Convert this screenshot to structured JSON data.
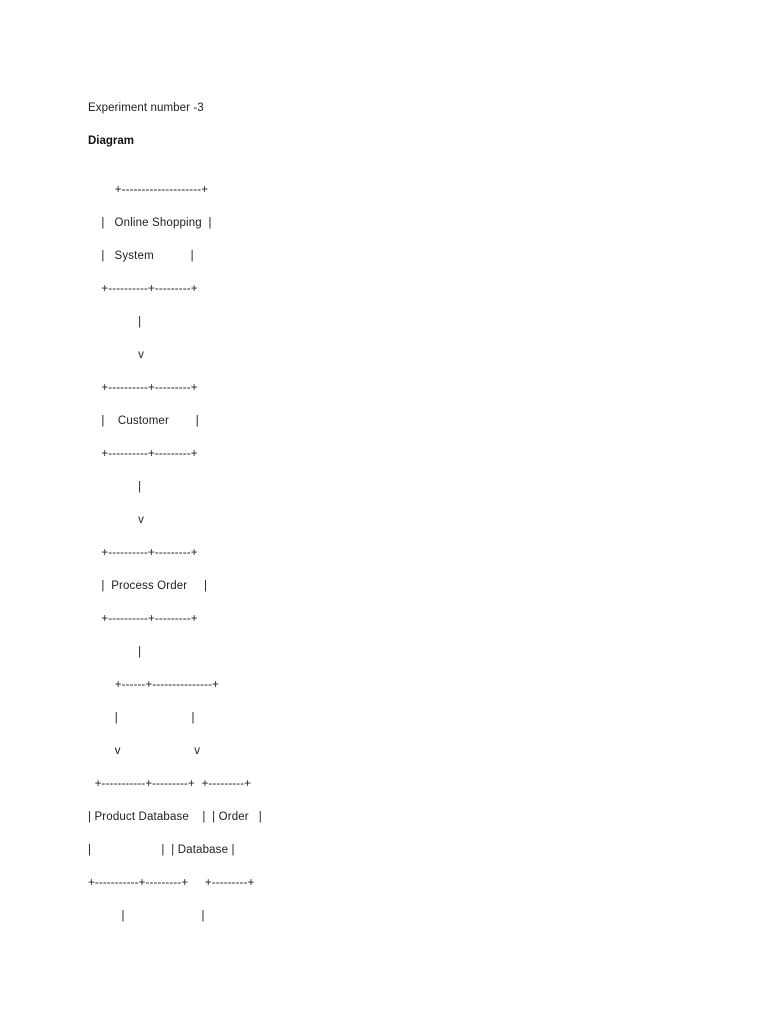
{
  "document": {
    "title_line": "Experiment number -3",
    "section_heading": "Diagram",
    "background_color": "#ffffff",
    "text_color": "#202020"
  },
  "diagram": {
    "kind": "ascii-art-flowchart",
    "subject": "Online Shopping System",
    "nodes": [
      "Online Shopping System",
      "Customer",
      "Process Order",
      "Product Database",
      "Order Database"
    ],
    "ascii_lines": [
      "        +--------------------+",
      "    |   Online Shopping  |",
      "    |   System           |",
      "    +----------+---------+",
      "               |",
      "               v",
      "    +----------+---------+",
      "    |    Customer        |",
      "    +----------+---------+",
      "               |",
      "               v",
      "    +----------+---------+",
      "    |  Process Order     |",
      "    +----------+---------+",
      "               |",
      "        +------+---------------+",
      "        |                      |",
      "        v                      v",
      "  +-----------+---------+  +---------+",
      "| Product Database    |  | Order   |",
      "|                     |  | Database |",
      "+-----------+---------+     +---------+",
      "          |                       |"
    ]
  }
}
